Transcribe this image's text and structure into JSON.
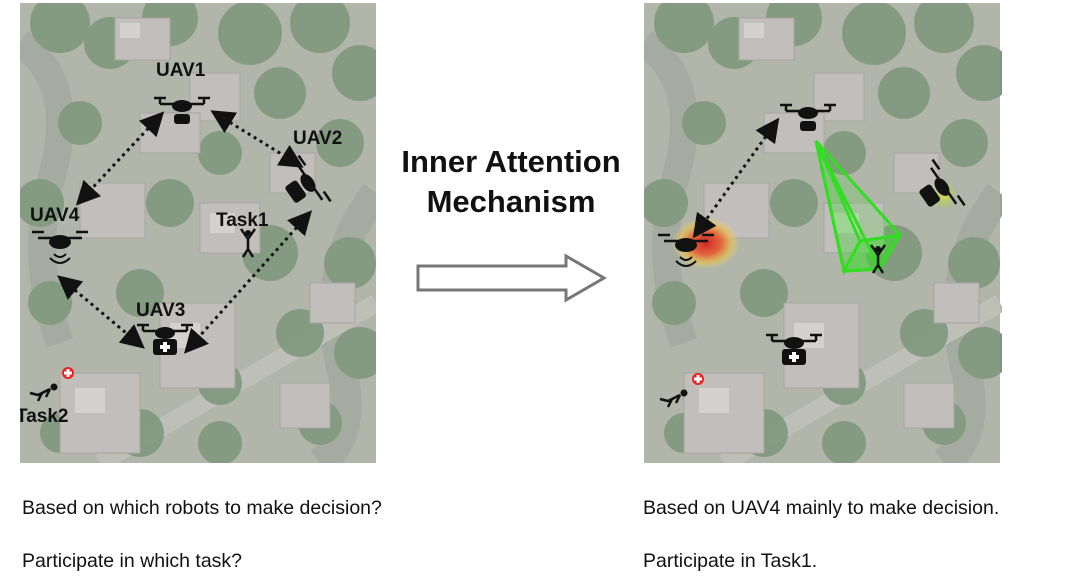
{
  "left_panel": {
    "uav_labels": [
      "UAV1",
      "UAV2",
      "UAV3",
      "UAV4"
    ],
    "task_labels": [
      "Task1",
      "Task2"
    ]
  },
  "center": {
    "title_line1": "Inner Attention",
    "title_line2": "Mechanism"
  },
  "captions": {
    "left_q1": "Based on which robots to make decision?",
    "left_q2": "Participate in which task?",
    "right_a1": "Based on UAV4 mainly to make decision.",
    "right_a2": "Participate in Task1."
  },
  "colors": {
    "water": "#a7ab9f",
    "tree": "#6f8a6c",
    "roof": "#b3b1ae",
    "attention_highlight": "#e0402a",
    "attention_cone": "#33dd22"
  }
}
